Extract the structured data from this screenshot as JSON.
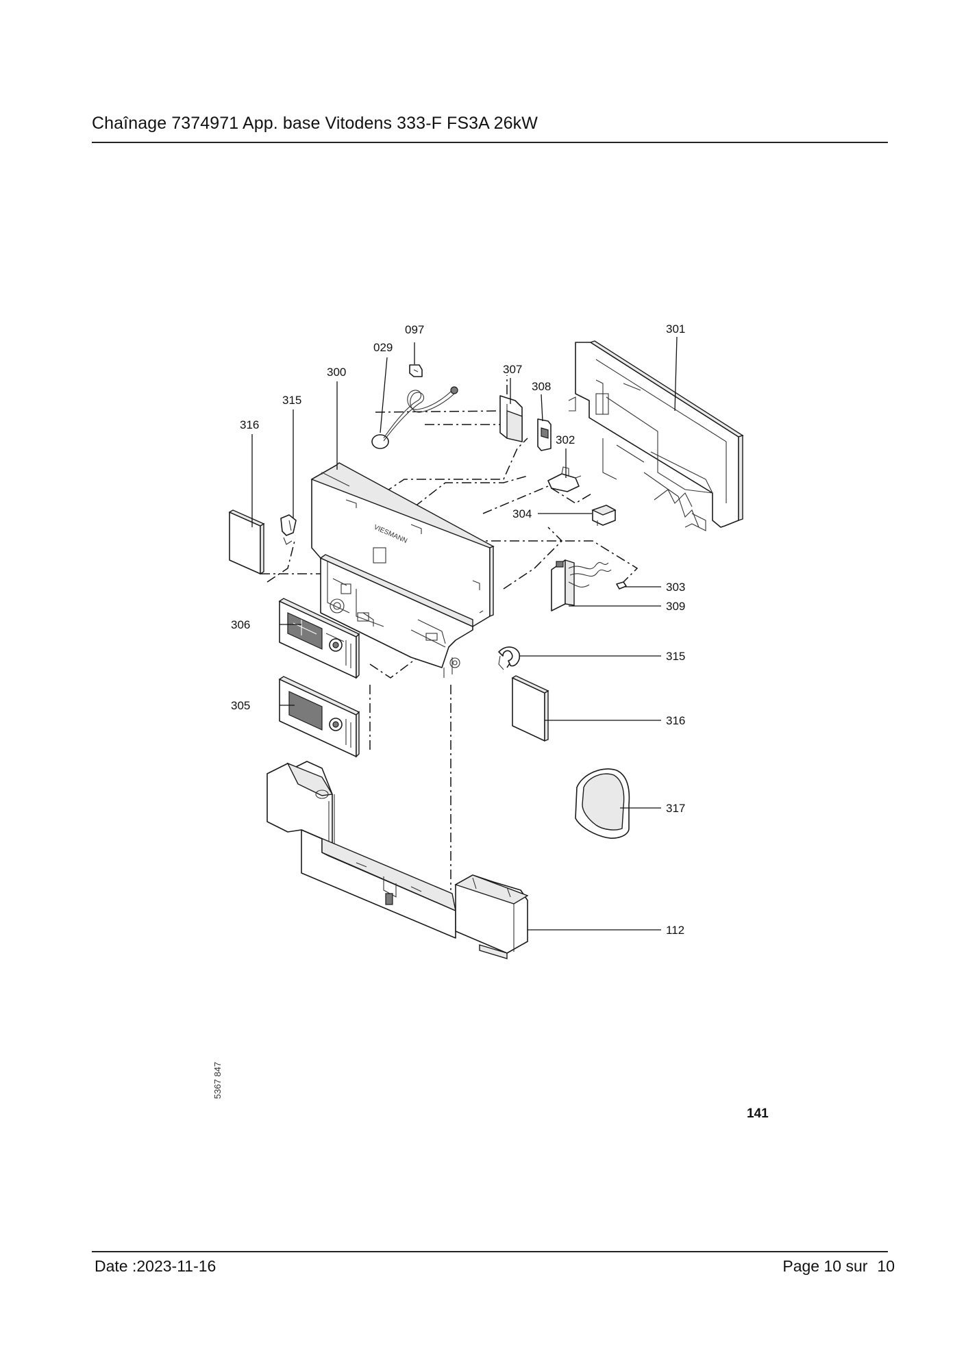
{
  "header": {
    "title": "Chaînage 7374971 App. base Vitodens 333-F FS3A 26kW"
  },
  "footer": {
    "date": "Date :2023-11-16",
    "page": "Page 10 sur",
    "page_total": "10"
  },
  "diagram": {
    "reference_code": "5367 847",
    "figure_number": "141",
    "callouts": {
      "c097": "097",
      "c029": "029",
      "c300": "300",
      "c315_top": "315",
      "c316_top": "316",
      "c307": "307",
      "c308": "308",
      "c302": "302",
      "c301": "301",
      "c304": "304",
      "c303": "303",
      "c309": "309",
      "c306": "306",
      "c315_right": "315",
      "c305": "305",
      "c316_right": "316",
      "c317": "317",
      "c112": "112"
    }
  }
}
